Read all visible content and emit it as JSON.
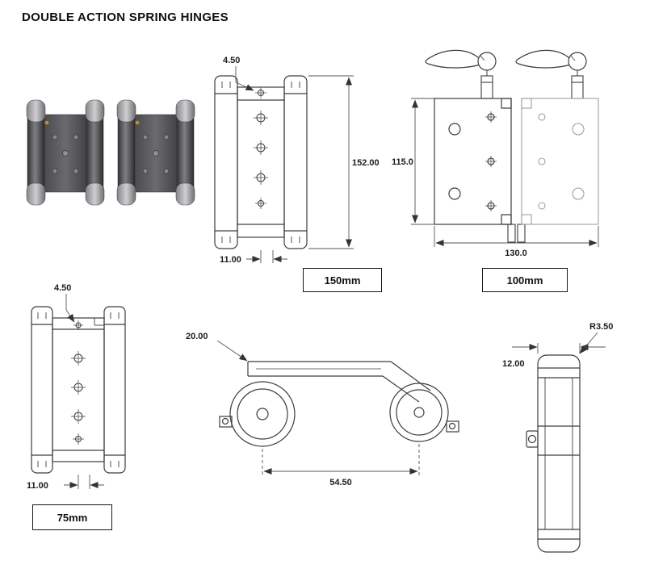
{
  "page": {
    "title": "DOUBLE ACTION SPRING HINGES"
  },
  "views": {
    "front_150": {
      "size_label": "150mm",
      "dim_top_offset": "4.50",
      "dim_height": "152.00",
      "dim_bottom_offset": "11.00"
    },
    "open_100": {
      "size_label": "100mm",
      "dim_height": "115.0",
      "dim_width": "130.0"
    },
    "front_75": {
      "size_label": "75mm",
      "dim_top_offset": "4.50",
      "dim_bottom_offset": "11.00"
    },
    "top": {
      "dim_leaf_thickness": "20.00",
      "dim_span": "54.50"
    },
    "side": {
      "dim_corner_radius": "R3.50",
      "dim_knuckle_width": "12.00"
    }
  }
}
